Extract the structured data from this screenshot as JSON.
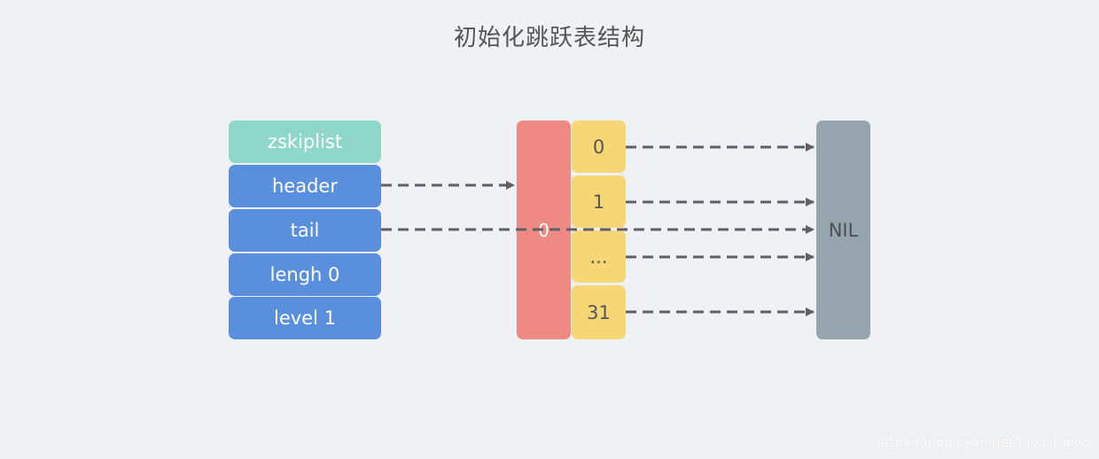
{
  "title": "初始化跳跃表结构",
  "zskiplist": {
    "name": "zskiplist",
    "fields": [
      "header",
      "tail",
      "lengh 0",
      "level 1"
    ]
  },
  "header_node": {
    "obj_label": "0",
    "levels": [
      "0",
      "1",
      "...",
      "31"
    ]
  },
  "nil_label": "NIL",
  "colors": {
    "background": "#f0f1f5",
    "zskiplist_header": "#8fd6cb",
    "zskiplist_field": "#5a8fdd",
    "node_obj": "#ef8984",
    "node_level": "#f7d675",
    "nil": "#96a5ad",
    "arrow": "#5f6066"
  },
  "watermark": "https://blog.csdn.net/Java_Caiyo"
}
